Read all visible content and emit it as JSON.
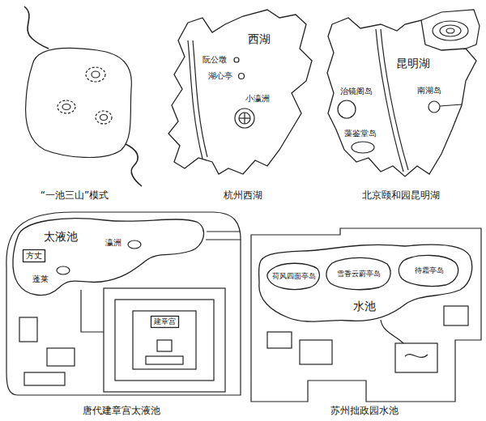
{
  "diagram": {
    "nodes": [
      {
        "text": [
          "西湖"
        ]
      },
      {
        "text": [
          "昆明湖"
        ]
      },
      {
        "text": [
          "太液池"
        ]
      },
      {
        "text": [
          "方丈"
        ],
        "in": 2
      },
      {
        "text": [
          "建章宫"
        ]
      },
      {
        "text": [
          "水池"
        ]
      },
      {
        "text": [
          "荷风四面亭岛"
        ],
        "in": 5
      },
      {
        "text": [
          "雪香云蔚亭岛"
        ],
        "in": 5
      },
      {
        "text": [
          "待霜亭岛"
        ],
        "in": 5
      }
    ],
    "labels": [
      "“一池三山”模式",
      "阮公墩",
      "湖心亭",
      "小瀛洲",
      "杭州西湖",
      "治镜阁岛",
      "藻鉴堂岛",
      "南湖岛",
      "北京颐和园昆明湖",
      "瀛洲",
      "蓬莱",
      "唐代建章宫太液池",
      "苏州拙政园水池"
    ]
  }
}
